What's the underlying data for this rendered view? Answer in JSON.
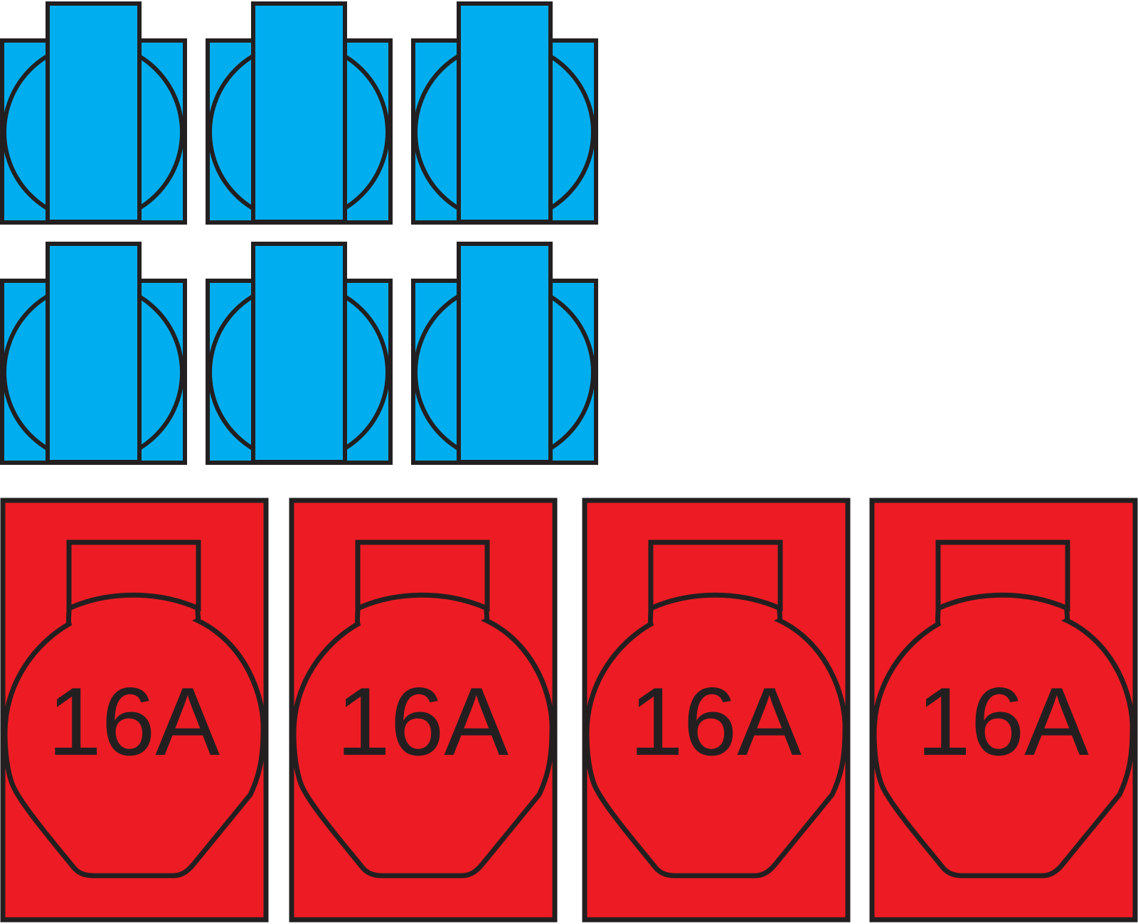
{
  "colors": {
    "outline": "#231f20",
    "schuko_fill": "#00aeef",
    "cee_fill": "#ed1c24",
    "background": "#ffffff"
  },
  "schuko_sockets": {
    "rows": 2,
    "per_row": 3,
    "icon": "schuko-socket-icon"
  },
  "cee_sockets": [
    {
      "label": "16A",
      "icon": "cee-16a-socket-icon"
    },
    {
      "label": "16A",
      "icon": "cee-16a-socket-icon"
    },
    {
      "label": "16A",
      "icon": "cee-16a-socket-icon"
    },
    {
      "label": "16A",
      "icon": "cee-16a-socket-icon"
    }
  ]
}
